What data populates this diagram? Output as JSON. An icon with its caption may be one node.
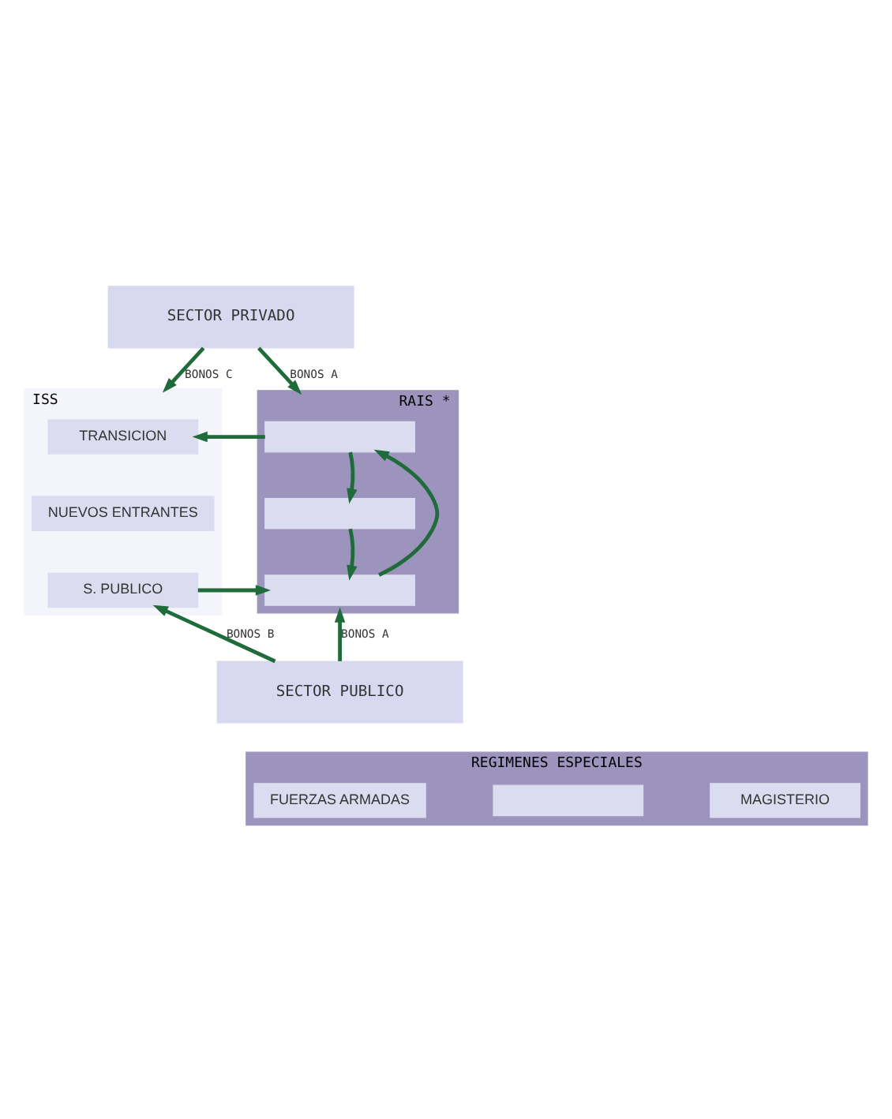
{
  "diagram": {
    "nodes": [
      {
        "text": [
          "SECTOR PRIVADO"
        ]
      },
      {
        "text": [
          "ISS"
        ]
      },
      {
        "text": [
          "TRANSICION"
        ],
        "in": 1
      },
      {
        "text": [
          "NUEVOS ENTRANTES"
        ],
        "in": 1
      },
      {
        "text": [
          "S. PUBLICO"
        ],
        "in": 1
      },
      {
        "text": [
          "RAIS *"
        ]
      },
      {
        "text": [],
        "shape": "box",
        "in": 5
      },
      {
        "text": [],
        "shape": "box",
        "in": 5
      },
      {
        "text": [],
        "shape": "box",
        "in": 5
      },
      {
        "text": [
          "SECTOR PUBLICO"
        ]
      },
      {
        "text": [
          "REGIMENES ESPECIALES"
        ]
      },
      {
        "text": [
          "FUERZAS ARMADAS"
        ],
        "in": 10
      },
      {
        "text": [],
        "shape": "box",
        "in": 10
      },
      {
        "text": [
          "MAGISTERIO"
        ],
        "in": 10
      }
    ],
    "edges": [
      {
        "from": 0,
        "to": 1,
        "arrow": "to",
        "label": "BONOS C"
      },
      {
        "from": 0,
        "to": 5,
        "arrow": "to",
        "label": "BONOS A"
      },
      {
        "from": 6,
        "to": 2,
        "arrow": "to"
      },
      {
        "from": 4,
        "to": 8,
        "arrow": "to"
      },
      {
        "from": 6,
        "to": 7,
        "arrow": "to"
      },
      {
        "from": 7,
        "to": 8,
        "arrow": "to"
      },
      {
        "from": 8,
        "to": 6,
        "arrow": "to"
      },
      {
        "from": 9,
        "to": 4,
        "arrow": "to",
        "label": "BONOS B"
      },
      {
        "from": 9,
        "to": 5,
        "arrow": "to",
        "label": "BONOS A"
      }
    ]
  }
}
